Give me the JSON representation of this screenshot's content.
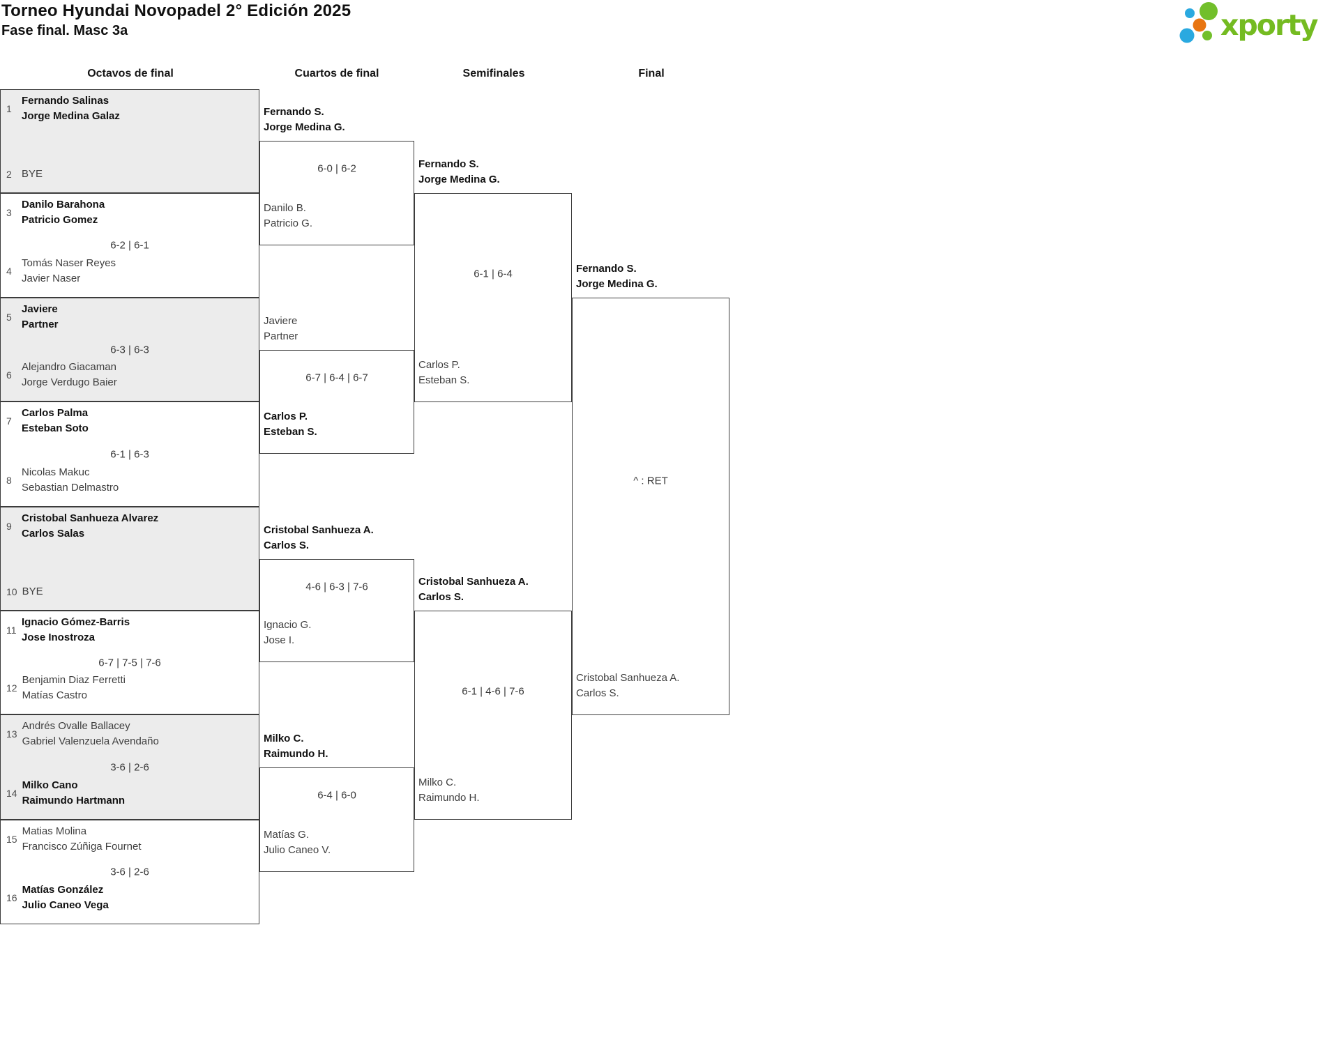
{
  "title": "Torneo Hyundai Novopadel 2° Edición 2025",
  "subtitle": "Fase final. Masc 3a",
  "logo": {
    "text": "xporty",
    "green": "#74bb21",
    "blue": "#2aa9e0",
    "orange": "#e87511"
  },
  "rounds": [
    "Octavos de final",
    "Cuartos de final",
    "Semifinales",
    "Final"
  ],
  "octavos": [
    {
      "top": {
        "seed": "1",
        "names": [
          "Fernando Salinas",
          "Jorge Medina Galaz"
        ],
        "winner": true
      },
      "bottom": {
        "seed": "2",
        "names": [
          "BYE"
        ],
        "winner": false
      },
      "score": ""
    },
    {
      "top": {
        "seed": "3",
        "names": [
          "Danilo Barahona",
          "Patricio Gomez"
        ],
        "winner": true
      },
      "bottom": {
        "seed": "4",
        "names": [
          "Tomás Naser Reyes",
          "Javier Naser"
        ],
        "winner": false
      },
      "score": "6-2 | 6-1"
    },
    {
      "top": {
        "seed": "5",
        "names": [
          "Javiere",
          "Partner"
        ],
        "winner": true
      },
      "bottom": {
        "seed": "6",
        "names": [
          "Alejandro Giacaman",
          "Jorge Verdugo Baier"
        ],
        "winner": false
      },
      "score": "6-3 | 6-3"
    },
    {
      "top": {
        "seed": "7",
        "names": [
          "Carlos Palma",
          "Esteban Soto"
        ],
        "winner": true
      },
      "bottom": {
        "seed": "8",
        "names": [
          "Nicolas Makuc",
          "Sebastian Delmastro"
        ],
        "winner": false
      },
      "score": "6-1 | 6-3"
    },
    {
      "top": {
        "seed": "9",
        "names": [
          "Cristobal Sanhueza Alvarez",
          "Carlos Salas"
        ],
        "winner": true
      },
      "bottom": {
        "seed": "10",
        "names": [
          "BYE"
        ],
        "winner": false
      },
      "score": ""
    },
    {
      "top": {
        "seed": "11",
        "names": [
          "Ignacio Gómez-Barris",
          "Jose Inostroza"
        ],
        "winner": true
      },
      "bottom": {
        "seed": "12",
        "names": [
          "Benjamin Diaz Ferretti",
          "Matías Castro"
        ],
        "winner": false
      },
      "score": "6-7 | 7-5 | 7-6"
    },
    {
      "top": {
        "seed": "13",
        "names": [
          "Andrés Ovalle Ballacey",
          "Gabriel Valenzuela Avendaño"
        ],
        "winner": false
      },
      "bottom": {
        "seed": "14",
        "names": [
          "Milko Cano",
          "Raimundo Hartmann"
        ],
        "winner": true
      },
      "score": "3-6 | 2-6"
    },
    {
      "top": {
        "seed": "15",
        "names": [
          "Matias Molina",
          "Francisco Zúñiga Fournet"
        ],
        "winner": false
      },
      "bottom": {
        "seed": "16",
        "names": [
          "Matías González",
          "Julio Caneo Vega"
        ],
        "winner": true
      },
      "score": "3-6 | 2-6"
    }
  ],
  "cuartos": [
    {
      "top": {
        "names": [
          "Fernando S.",
          "Jorge Medina G."
        ],
        "winner": true
      },
      "bottom": {
        "names": [
          "Danilo B.",
          "Patricio G."
        ],
        "winner": false
      },
      "score": "6-0 | 6-2"
    },
    {
      "top": {
        "names": [
          "Javiere",
          "Partner"
        ],
        "winner": false
      },
      "bottom": {
        "names": [
          "Carlos P.",
          "Esteban S."
        ],
        "winner": true
      },
      "score": "6-7 | 6-4 | 6-7"
    },
    {
      "top": {
        "names": [
          "Cristobal Sanhueza A.",
          "Carlos S."
        ],
        "winner": true
      },
      "bottom": {
        "names": [
          "Ignacio G.",
          "Jose I."
        ],
        "winner": false
      },
      "score": "4-6 | 6-3 | 7-6"
    },
    {
      "top": {
        "names": [
          "Milko C.",
          "Raimundo H."
        ],
        "winner": true
      },
      "bottom": {
        "names": [
          "Matías G.",
          "Julio Caneo V."
        ],
        "winner": false
      },
      "score": "6-4 | 6-0"
    }
  ],
  "semifinales": [
    {
      "top": {
        "names": [
          "Fernando S.",
          "Jorge Medina G."
        ],
        "winner": true
      },
      "bottom": {
        "names": [
          "Carlos P.",
          "Esteban S."
        ],
        "winner": false
      },
      "score": "6-1 | 6-4"
    },
    {
      "top": {
        "names": [
          "Cristobal Sanhueza A.",
          "Carlos S."
        ],
        "winner": true
      },
      "bottom": {
        "names": [
          "Milko C.",
          "Raimundo H."
        ],
        "winner": false
      },
      "score": "6-1 | 4-6 | 7-6"
    }
  ],
  "final": [
    {
      "top": {
        "names": [
          "Fernando S.",
          "Jorge Medina G."
        ],
        "winner": true
      },
      "bottom": {
        "names": [
          "Cristobal Sanhueza A.",
          "Carlos S."
        ],
        "winner": false
      },
      "score": "^ : RET"
    }
  ]
}
